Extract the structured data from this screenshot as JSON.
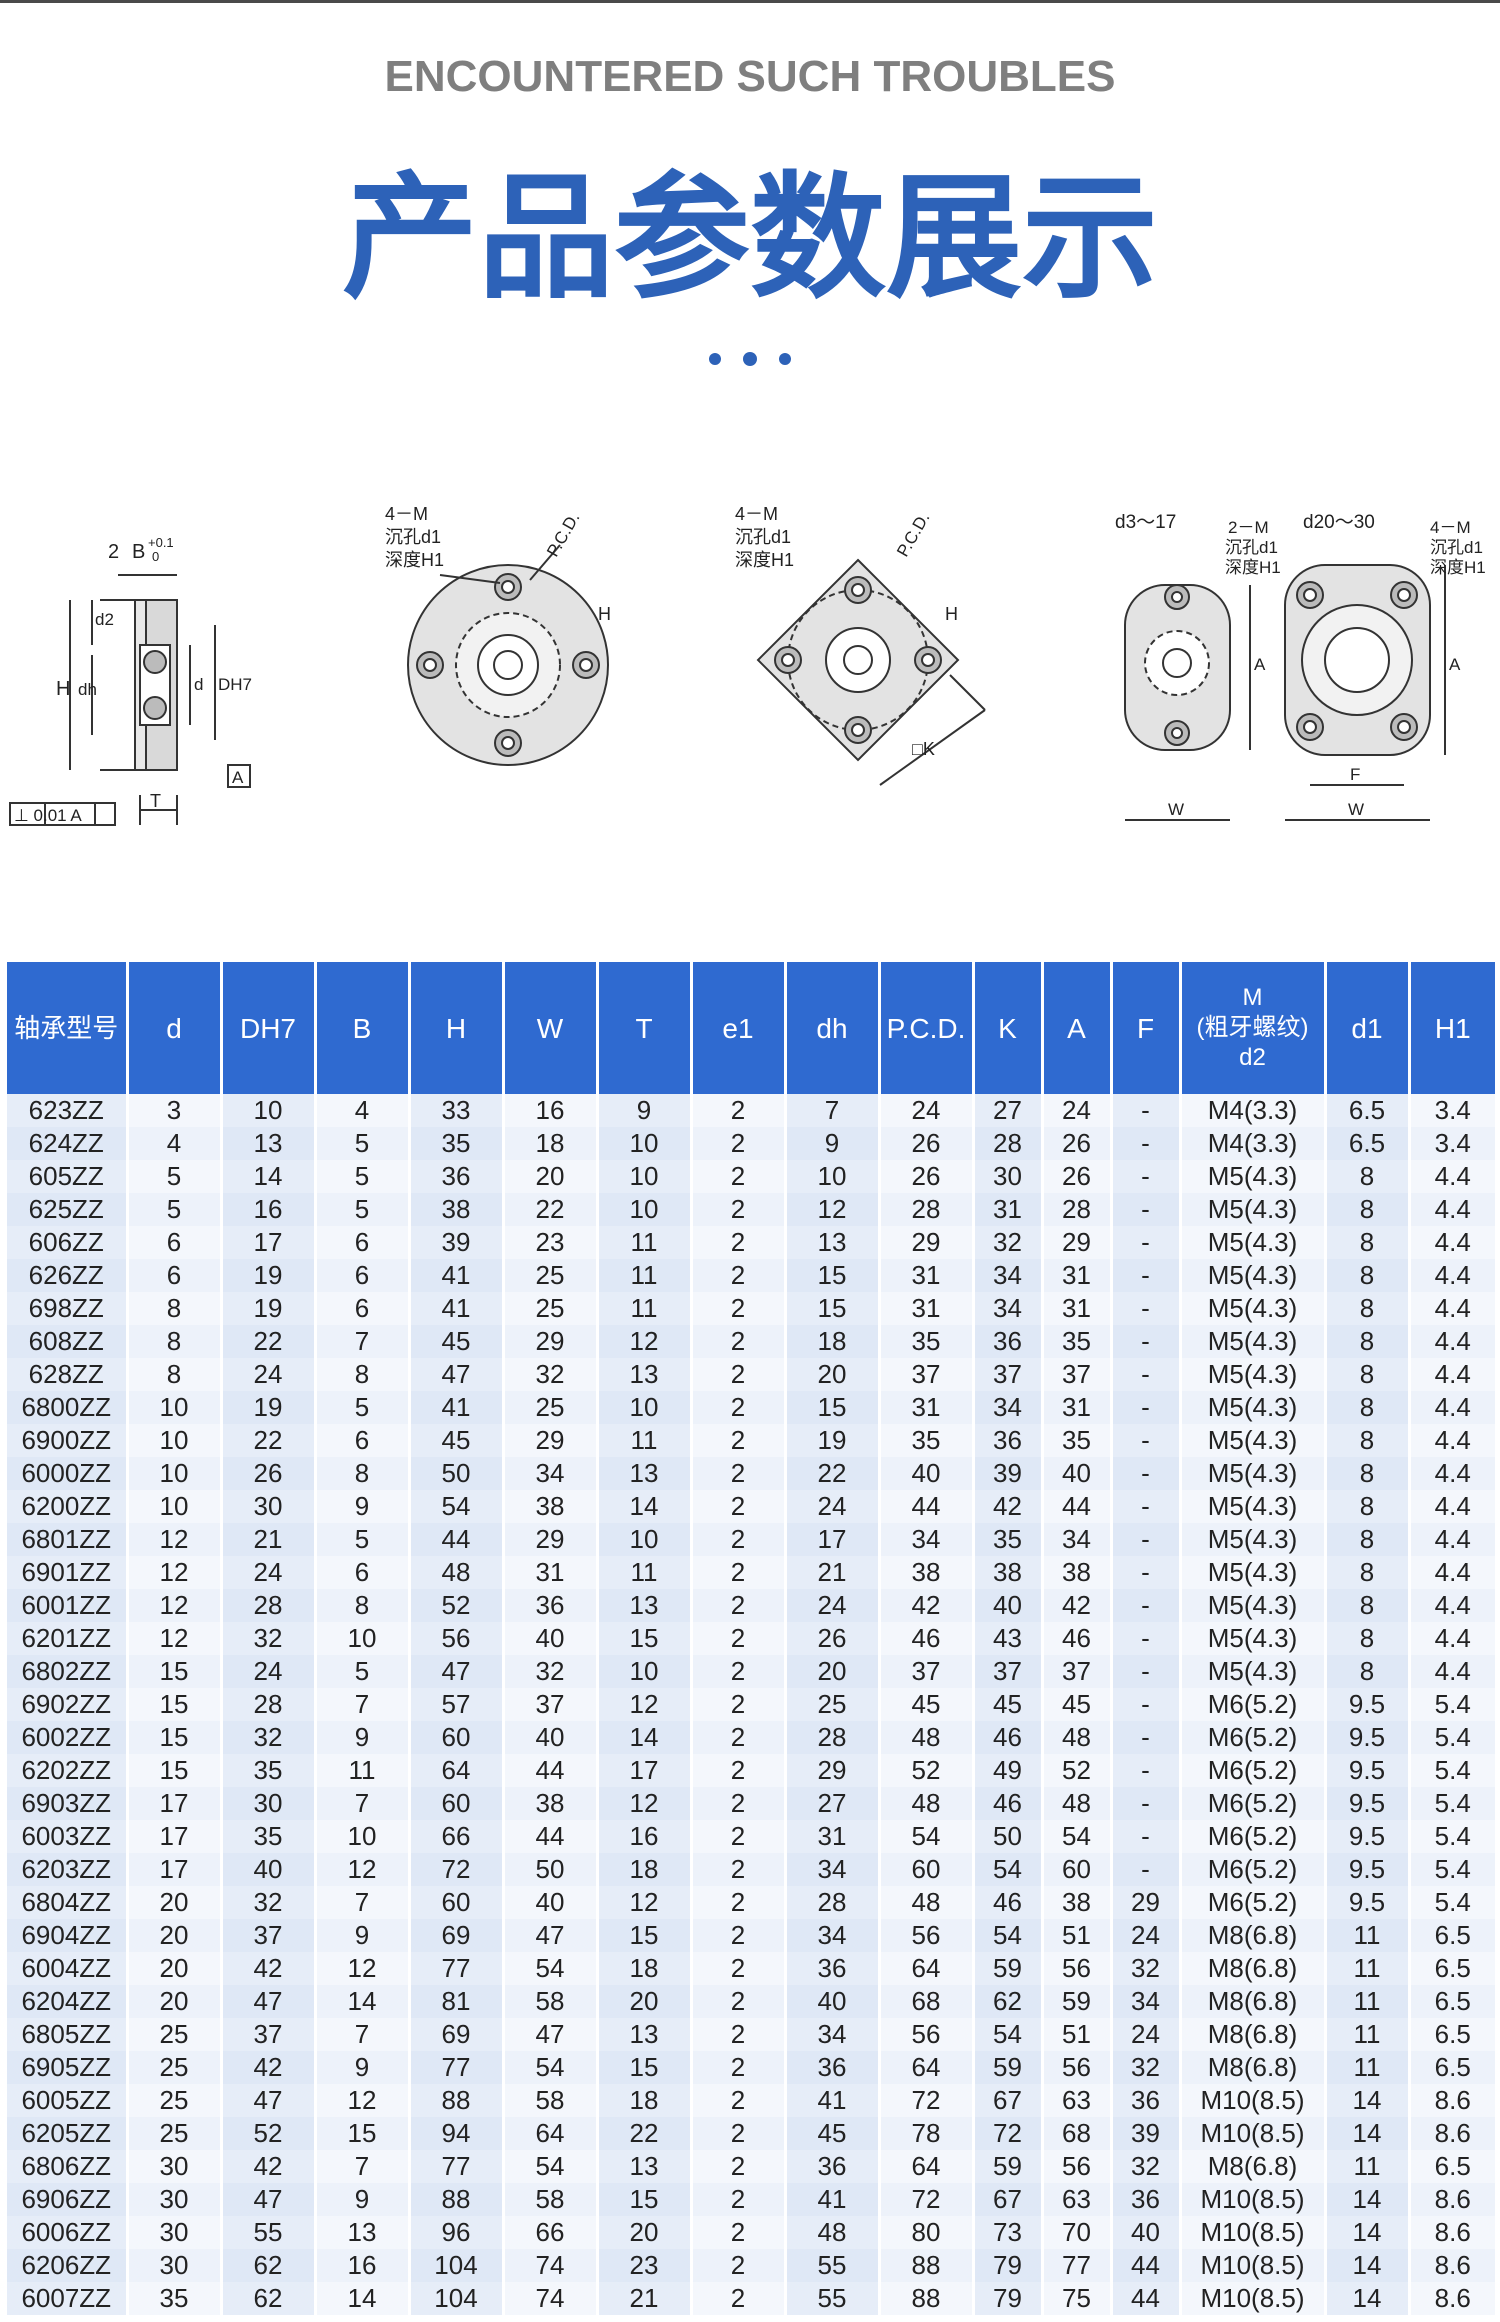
{
  "header": {
    "subtitle": "ENCOUNTERED SUCH TROUBLES",
    "title": "产品参数展示"
  },
  "drawings": {
    "side": {
      "label_2": "2",
      "label_b": "B",
      "tol_top": "+0.1",
      "tol_bottom": "0",
      "label_d2": "d2",
      "label_h": "H",
      "label_dh": "dh",
      "label_d": "d",
      "label_dh7": "DH7",
      "label_a_box": "A",
      "label_t": "T",
      "flatness": "⊥ 0.01 A"
    },
    "round": {
      "label_4m": "4－M",
      "label_sink": "沉孔d1",
      "label_depth": "深度H1",
      "label_pcd": "P.C.D.",
      "label_h": "H"
    },
    "square": {
      "label_4m": "4－M",
      "label_sink": "沉孔d1",
      "label_depth": "深度H1",
      "label_pcd": "P.C.D.",
      "label_h": "H",
      "label_k": "□K"
    },
    "oval": {
      "label_range_a": "d3～17",
      "label_range_b": "d20～30",
      "label_2m": "2－M",
      "label_4m": "4－M",
      "label_sink": "沉孔d1",
      "label_depth": "深度H1",
      "label_a": "A",
      "label_w": "W",
      "label_f": "F"
    }
  },
  "table": {
    "headers": [
      "轴承型号",
      "d",
      "DH7",
      "B",
      "H",
      "W",
      "T",
      "e1",
      "dh",
      "P.C.D.",
      "K",
      "A",
      "F",
      "M\n(粗牙螺纹)\nd2",
      "d1",
      "H1"
    ],
    "rows": [
      [
        "623ZZ",
        "3",
        "10",
        "4",
        "33",
        "16",
        "9",
        "2",
        "7",
        "24",
        "27",
        "24",
        "-",
        "M4(3.3)",
        "6.5",
        "3.4"
      ],
      [
        "624ZZ",
        "4",
        "13",
        "5",
        "35",
        "18",
        "10",
        "2",
        "9",
        "26",
        "28",
        "26",
        "-",
        "M4(3.3)",
        "6.5",
        "3.4"
      ],
      [
        "605ZZ",
        "5",
        "14",
        "5",
        "36",
        "20",
        "10",
        "2",
        "10",
        "26",
        "30",
        "26",
        "-",
        "M5(4.3)",
        "8",
        "4.4"
      ],
      [
        "625ZZ",
        "5",
        "16",
        "5",
        "38",
        "22",
        "10",
        "2",
        "12",
        "28",
        "31",
        "28",
        "-",
        "M5(4.3)",
        "8",
        "4.4"
      ],
      [
        "606ZZ",
        "6",
        "17",
        "6",
        "39",
        "23",
        "11",
        "2",
        "13",
        "29",
        "32",
        "29",
        "-",
        "M5(4.3)",
        "8",
        "4.4"
      ],
      [
        "626ZZ",
        "6",
        "19",
        "6",
        "41",
        "25",
        "11",
        "2",
        "15",
        "31",
        "34",
        "31",
        "-",
        "M5(4.3)",
        "8",
        "4.4"
      ],
      [
        "698ZZ",
        "8",
        "19",
        "6",
        "41",
        "25",
        "11",
        "2",
        "15",
        "31",
        "34",
        "31",
        "-",
        "M5(4.3)",
        "8",
        "4.4"
      ],
      [
        "608ZZ",
        "8",
        "22",
        "7",
        "45",
        "29",
        "12",
        "2",
        "18",
        "35",
        "36",
        "35",
        "-",
        "M5(4.3)",
        "8",
        "4.4"
      ],
      [
        "628ZZ",
        "8",
        "24",
        "8",
        "47",
        "32",
        "13",
        "2",
        "20",
        "37",
        "37",
        "37",
        "-",
        "M5(4.3)",
        "8",
        "4.4"
      ],
      [
        "6800ZZ",
        "10",
        "19",
        "5",
        "41",
        "25",
        "10",
        "2",
        "15",
        "31",
        "34",
        "31",
        "-",
        "M5(4.3)",
        "8",
        "4.4"
      ],
      [
        "6900ZZ",
        "10",
        "22",
        "6",
        "45",
        "29",
        "11",
        "2",
        "19",
        "35",
        "36",
        "35",
        "-",
        "M5(4.3)",
        "8",
        "4.4"
      ],
      [
        "6000ZZ",
        "10",
        "26",
        "8",
        "50",
        "34",
        "13",
        "2",
        "22",
        "40",
        "39",
        "40",
        "-",
        "M5(4.3)",
        "8",
        "4.4"
      ],
      [
        "6200ZZ",
        "10",
        "30",
        "9",
        "54",
        "38",
        "14",
        "2",
        "24",
        "44",
        "42",
        "44",
        "-",
        "M5(4.3)",
        "8",
        "4.4"
      ],
      [
        "6801ZZ",
        "12",
        "21",
        "5",
        "44",
        "29",
        "10",
        "2",
        "17",
        "34",
        "35",
        "34",
        "-",
        "M5(4.3)",
        "8",
        "4.4"
      ],
      [
        "6901ZZ",
        "12",
        "24",
        "6",
        "48",
        "31",
        "11",
        "2",
        "21",
        "38",
        "38",
        "38",
        "-",
        "M5(4.3)",
        "8",
        "4.4"
      ],
      [
        "6001ZZ",
        "12",
        "28",
        "8",
        "52",
        "36",
        "13",
        "2",
        "24",
        "42",
        "40",
        "42",
        "-",
        "M5(4.3)",
        "8",
        "4.4"
      ],
      [
        "6201ZZ",
        "12",
        "32",
        "10",
        "56",
        "40",
        "15",
        "2",
        "26",
        "46",
        "43",
        "46",
        "-",
        "M5(4.3)",
        "8",
        "4.4"
      ],
      [
        "6802ZZ",
        "15",
        "24",
        "5",
        "47",
        "32",
        "10",
        "2",
        "20",
        "37",
        "37",
        "37",
        "-",
        "M5(4.3)",
        "8",
        "4.4"
      ],
      [
        "6902ZZ",
        "15",
        "28",
        "7",
        "57",
        "37",
        "12",
        "2",
        "25",
        "45",
        "45",
        "45",
        "-",
        "M6(5.2)",
        "9.5",
        "5.4"
      ],
      [
        "6002ZZ",
        "15",
        "32",
        "9",
        "60",
        "40",
        "14",
        "2",
        "28",
        "48",
        "46",
        "48",
        "-",
        "M6(5.2)",
        "9.5",
        "5.4"
      ],
      [
        "6202ZZ",
        "15",
        "35",
        "11",
        "64",
        "44",
        "17",
        "2",
        "29",
        "52",
        "49",
        "52",
        "-",
        "M6(5.2)",
        "9.5",
        "5.4"
      ],
      [
        "6903ZZ",
        "17",
        "30",
        "7",
        "60",
        "38",
        "12",
        "2",
        "27",
        "48",
        "46",
        "48",
        "-",
        "M6(5.2)",
        "9.5",
        "5.4"
      ],
      [
        "6003ZZ",
        "17",
        "35",
        "10",
        "66",
        "44",
        "16",
        "2",
        "31",
        "54",
        "50",
        "54",
        "-",
        "M6(5.2)",
        "9.5",
        "5.4"
      ],
      [
        "6203ZZ",
        "17",
        "40",
        "12",
        "72",
        "50",
        "18",
        "2",
        "34",
        "60",
        "54",
        "60",
        "-",
        "M6(5.2)",
        "9.5",
        "5.4"
      ],
      [
        "6804ZZ",
        "20",
        "32",
        "7",
        "60",
        "40",
        "12",
        "2",
        "28",
        "48",
        "46",
        "38",
        "29",
        "M6(5.2)",
        "9.5",
        "5.4"
      ],
      [
        "6904ZZ",
        "20",
        "37",
        "9",
        "69",
        "47",
        "15",
        "2",
        "34",
        "56",
        "54",
        "51",
        "24",
        "M8(6.8)",
        "11",
        "6.5"
      ],
      [
        "6004ZZ",
        "20",
        "42",
        "12",
        "77",
        "54",
        "18",
        "2",
        "36",
        "64",
        "59",
        "56",
        "32",
        "M8(6.8)",
        "11",
        "6.5"
      ],
      [
        "6204ZZ",
        "20",
        "47",
        "14",
        "81",
        "58",
        "20",
        "2",
        "40",
        "68",
        "62",
        "59",
        "34",
        "M8(6.8)",
        "11",
        "6.5"
      ],
      [
        "6805ZZ",
        "25",
        "37",
        "7",
        "69",
        "47",
        "13",
        "2",
        "34",
        "56",
        "54",
        "51",
        "24",
        "M8(6.8)",
        "11",
        "6.5"
      ],
      [
        "6905ZZ",
        "25",
        "42",
        "9",
        "77",
        "54",
        "15",
        "2",
        "36",
        "64",
        "59",
        "56",
        "32",
        "M8(6.8)",
        "11",
        "6.5"
      ],
      [
        "6005ZZ",
        "25",
        "47",
        "12",
        "88",
        "58",
        "18",
        "2",
        "41",
        "72",
        "67",
        "63",
        "36",
        "M10(8.5)",
        "14",
        "8.6"
      ],
      [
        "6205ZZ",
        "25",
        "52",
        "15",
        "94",
        "64",
        "22",
        "2",
        "45",
        "78",
        "72",
        "68",
        "39",
        "M10(8.5)",
        "14",
        "8.6"
      ],
      [
        "6806ZZ",
        "30",
        "42",
        "7",
        "77",
        "54",
        "13",
        "2",
        "36",
        "64",
        "59",
        "56",
        "32",
        "M8(6.8)",
        "11",
        "6.5"
      ],
      [
        "6906ZZ",
        "30",
        "47",
        "9",
        "88",
        "58",
        "15",
        "2",
        "41",
        "72",
        "67",
        "63",
        "36",
        "M10(8.5)",
        "14",
        "8.6"
      ],
      [
        "6006ZZ",
        "30",
        "55",
        "13",
        "96",
        "66",
        "20",
        "2",
        "48",
        "80",
        "73",
        "70",
        "40",
        "M10(8.5)",
        "14",
        "8.6"
      ],
      [
        "6206ZZ",
        "30",
        "62",
        "16",
        "104",
        "74",
        "23",
        "2",
        "55",
        "88",
        "79",
        "77",
        "44",
        "M10(8.5)",
        "14",
        "8.6"
      ],
      [
        "6007ZZ",
        "35",
        "62",
        "14",
        "104",
        "74",
        "21",
        "2",
        "55",
        "88",
        "79",
        "75",
        "44",
        "M10(8.5)",
        "14",
        "8.6"
      ]
    ]
  }
}
